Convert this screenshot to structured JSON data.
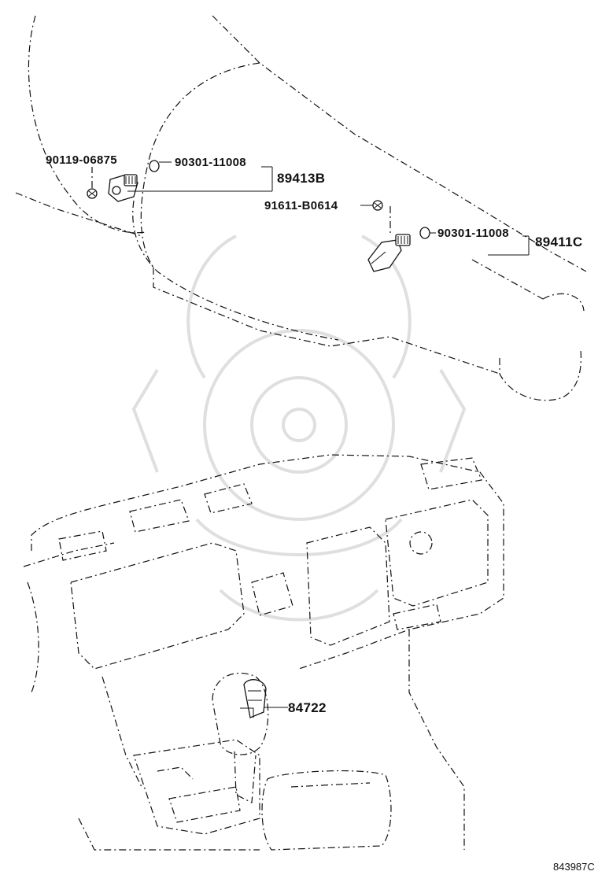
{
  "labels": {
    "bolt_89413b": "90119-06875",
    "oring_89413b": "90301-11008",
    "group_sensor_b": "89413B",
    "bolt_89411c": "91611-B0614",
    "oring_89411c": "90301-11008",
    "group_sensor_c": "89411C",
    "shift_knob_part": "84722",
    "figure_number": "843987C"
  }
}
